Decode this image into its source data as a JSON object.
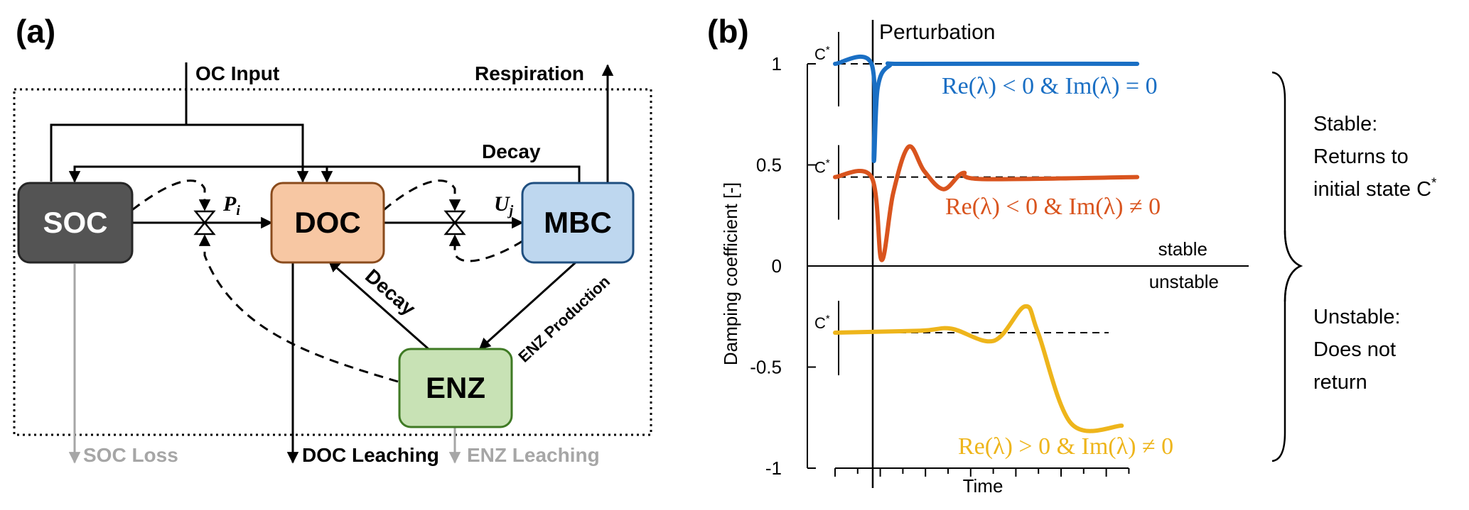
{
  "panel_a": {
    "label": "(a)",
    "boxes": {
      "soc": "SOC",
      "doc": "DOC",
      "mbc": "MBC",
      "enz": "ENZ"
    },
    "oc_input": "OC Input",
    "respiration": "Respiration",
    "decay_top": "Decay",
    "decay_diag": "Decay",
    "enz_production": "ENZ Production",
    "p_i": "P",
    "p_sub": "i",
    "u_j": "U",
    "u_sub": "j",
    "soc_loss": "SOC Loss",
    "doc_leaching": "DOC Leaching",
    "enz_leaching": "ENZ Leaching"
  },
  "panel_b": {
    "label": "(b)",
    "perturbation": "Perturbation",
    "c_star": "C",
    "star": "*",
    "stable": "stable",
    "unstable": "unstable",
    "xlabel": "Time",
    "ylabel": "Damping coefficient [-]",
    "ytick_labels": [
      "1",
      "0.5",
      "0",
      "-0.5",
      "-1"
    ],
    "ann_blue": "Re(λ) < 0 & Im(λ) = 0",
    "ann_orange": "Re(λ) < 0 & Im(λ) ≠ 0",
    "ann_yellow": "Re(λ) > 0 & Im(λ) ≠ 0",
    "stable_note": [
      "Stable:",
      "Returns to",
      "initial state C"
    ],
    "unstable_note": [
      "Unstable:",
      "Does not",
      "return"
    ]
  },
  "chart_data": {
    "type": "line",
    "xlabel": "Time",
    "ylabel": "Damping coefficient [-]",
    "ylim": [
      -1,
      1
    ],
    "yticks": [
      1,
      0.5,
      0,
      -0.5,
      -1
    ],
    "reference_levels": [
      1,
      0.44,
      -0.33
    ],
    "series": [
      {
        "color": "#1a6fc4",
        "points": [
          [
            0,
            1
          ],
          [
            0.47,
            1
          ],
          [
            0.5,
            0.52
          ],
          [
            0.55,
            0.88
          ],
          [
            0.7,
            0.99
          ],
          [
            1,
            1
          ],
          [
            3.9,
            1
          ]
        ]
      },
      {
        "color": "#d9541e",
        "points": [
          [
            0,
            0.44
          ],
          [
            0.47,
            0.44
          ],
          [
            0.6,
            0.03
          ],
          [
            0.75,
            0.36
          ],
          [
            0.95,
            0.59
          ],
          [
            1.15,
            0.47
          ],
          [
            1.4,
            0.38
          ],
          [
            1.65,
            0.46
          ],
          [
            1.9,
            0.43
          ],
          [
            3.9,
            0.44
          ]
        ]
      },
      {
        "color": "#eeb51b",
        "points": [
          [
            0,
            -0.33
          ],
          [
            1.1,
            -0.32
          ],
          [
            1.5,
            -0.31
          ],
          [
            2.05,
            -0.37
          ],
          [
            2.45,
            -0.2
          ],
          [
            2.62,
            -0.33
          ],
          [
            3.05,
            -0.78
          ],
          [
            3.7,
            -0.79
          ]
        ]
      }
    ],
    "colors": {
      "blue": "#1a6fc4",
      "orange": "#d9541e",
      "yellow": "#eeb51b",
      "soc_fill": "#545454",
      "doc_fill": "#f7c7a3",
      "mbc_fill": "#bed7ef",
      "enz_fill": "#c8e2b5"
    }
  }
}
